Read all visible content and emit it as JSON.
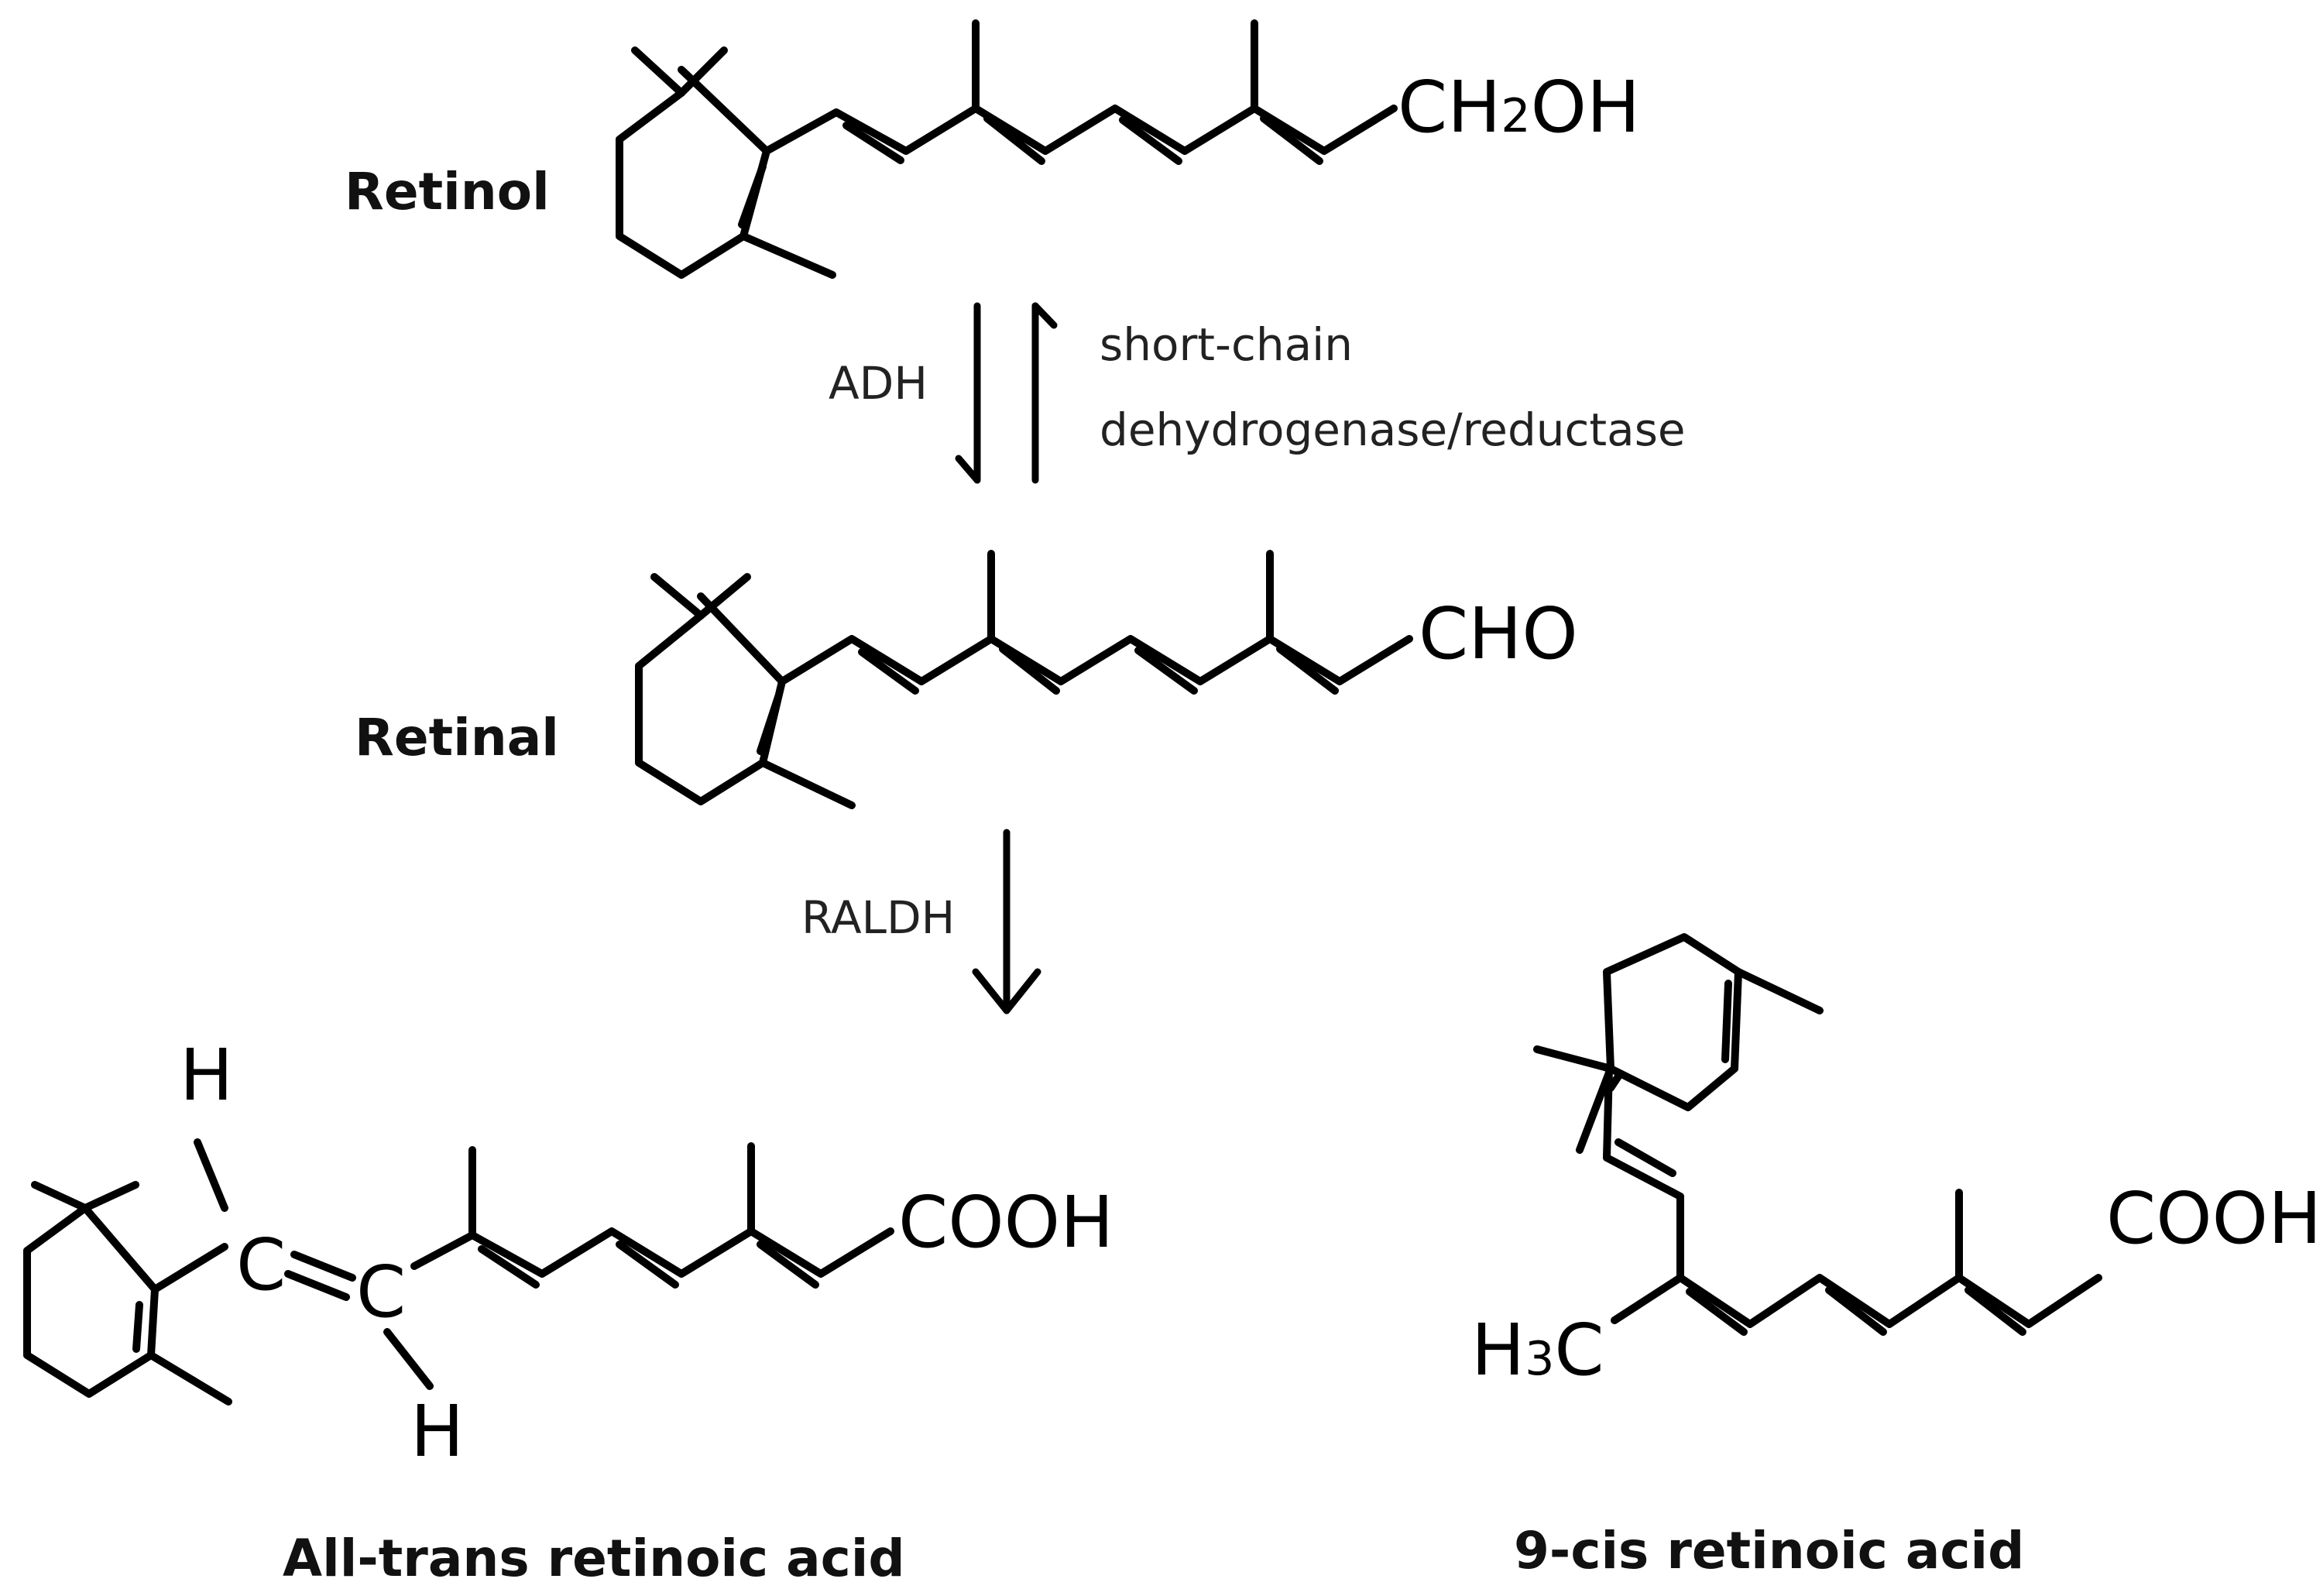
{
  "molecules": {
    "retinol": {
      "name": "Retinol",
      "group": "CH",
      "sub": "2",
      "tail": "OH"
    },
    "retinal": {
      "name": "Retinal",
      "group": "CHO"
    },
    "all_trans": {
      "name": "All-trans retinoic acid",
      "group": "COOH",
      "c": "C",
      "h": "H"
    },
    "nine_cis": {
      "name": "9-cis retinoic acid",
      "group": "COOH",
      "methyl": "H",
      "methyl_sub": "3",
      "methyl_tail": "C"
    }
  },
  "enzymes": {
    "adh": "ADH",
    "sdr_line1": "short-chain",
    "sdr_line2": "dehydrogenase/reductase",
    "raldh": "RALDH"
  }
}
